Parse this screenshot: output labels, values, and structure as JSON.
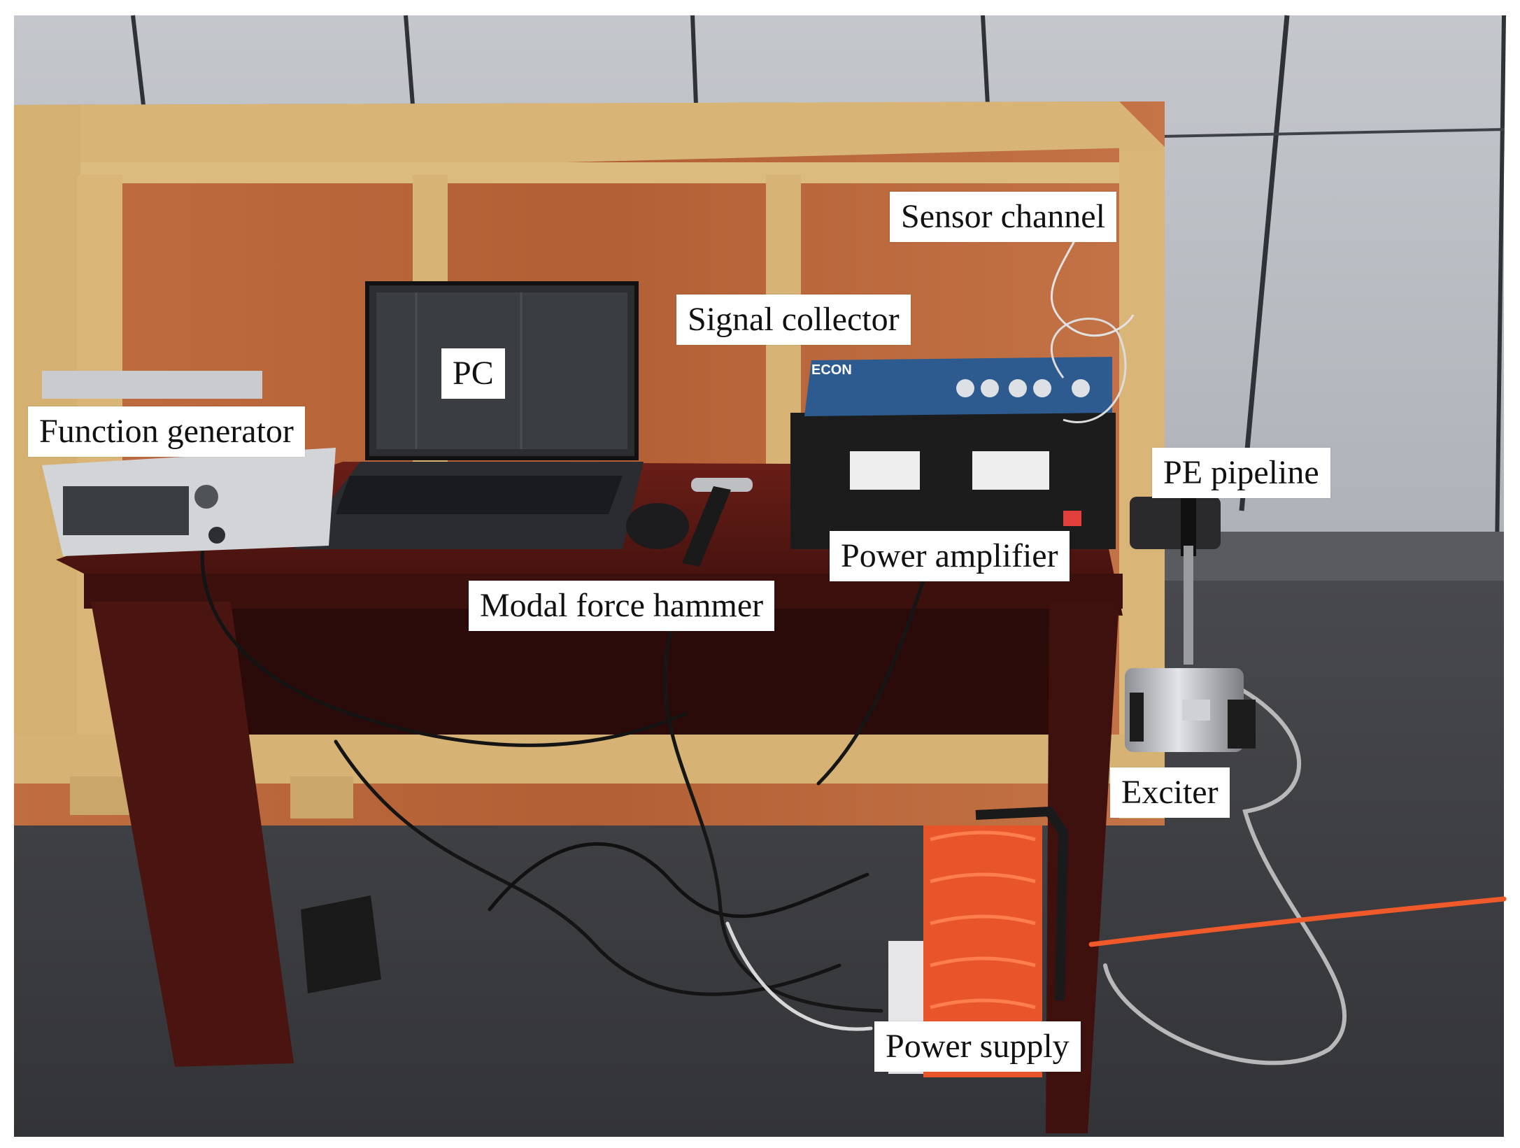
{
  "figure": {
    "labels": {
      "sensor_channel": "Sensor channel",
      "signal_collector": "Signal collector",
      "pc": "PC",
      "function_generator": "Function generator",
      "pe_pipeline": "PE pipeline",
      "power_amplifier": "Power amplifier",
      "modal_force_hammer": "Modal force hammer",
      "exciter": "Exciter",
      "power_supply": "Power supply"
    },
    "device_text": {
      "signal_collector_brand": "ECON"
    },
    "colors": {
      "wall": "#b9bdc3",
      "wall_seam": "#3a3d42",
      "plywood": "#b8643a",
      "pine_frame": "#d9b678",
      "desk": "#4a1410",
      "asphalt": "#3c3d40",
      "cable_orange": "#f05a2a",
      "signal_collector_blue": "#2d5b8f"
    }
  }
}
